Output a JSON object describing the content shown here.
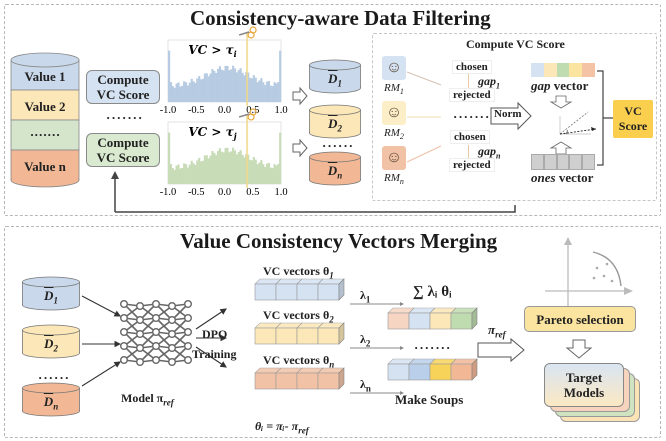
{
  "top_section": {
    "title": "Consistency-aware Data Filtering",
    "values_stack": [
      {
        "label": "Value 1",
        "color": "#c9d8ea"
      },
      {
        "label": "Value 2",
        "color": "#fbe7b7"
      },
      {
        "label": "·······",
        "color": "#d5e5cc"
      },
      {
        "label": "Value n",
        "color": "#f2b896"
      }
    ],
    "compute_boxes": [
      {
        "label_line1": "Compute",
        "label_line2": "VC Score",
        "color": "#d4e2f2"
      },
      {
        "label_line1": "Compute",
        "label_line2": "VC Score",
        "color": "#d9ead0"
      }
    ],
    "compute_dots": "·······",
    "histograms": [
      {
        "condition": "VC > τ",
        "subscript": "i",
        "color": "#b7cbe2",
        "x_ticks": [
          "-1.0",
          "-0.5",
          "0.0",
          "0.5",
          "1.0"
        ],
        "threshold": 0.4
      },
      {
        "condition": "VC > τ",
        "subscript": "j",
        "color": "#c8dcb8",
        "x_ticks": [
          "-1.0",
          "-0.5",
          "0.0",
          "0.5",
          "1.0"
        ],
        "threshold": 0.4
      }
    ],
    "filtered_datasets": [
      {
        "label": "D",
        "subscript": "1",
        "color": "#c9d8ea"
      },
      {
        "label": "D",
        "subscript": "2",
        "color": "#fbe7b7"
      },
      {
        "label": "D",
        "subscript": "n",
        "color": "#f2b896"
      }
    ],
    "filtered_dots": "······",
    "compute_vc": {
      "title": "Compute VC Score",
      "reward_models": [
        {
          "label": "RM",
          "subscript": "1",
          "color": "#d4e2f2"
        },
        {
          "label": "RM",
          "subscript": "2",
          "color": "#fcefc8"
        },
        {
          "label": "RM",
          "subscript": "n",
          "color": "#f2c2a6"
        }
      ],
      "pairs": [
        {
          "chosen": "chosen",
          "rejected": "rejected",
          "gap": "gap",
          "gap_sub": "1"
        },
        {
          "chosen": "chosen",
          "rejected": "rejected",
          "gap": "gap",
          "gap_sub": "n"
        }
      ],
      "pair_dots": "·······",
      "norm_label": "Norm",
      "gap_vector_label_italic": "gap",
      "gap_vector_label_rest": " vector",
      "gap_vector_colors": [
        "#d4e2f2",
        "#fbe7b7",
        "#bfdcb0",
        "#fbe3a0",
        "#f4c2a4"
      ],
      "ones_vector_label_italic": "ones",
      "ones_vector_label_rest": " vector",
      "ones_vector_color": "#cfcfcf",
      "vc_score_line1": "VC",
      "vc_score_line2": "Score",
      "vc_score_color": "#f9cf4d"
    }
  },
  "bottom_section": {
    "title": "Value Consistency Vectors Merging",
    "datasets": [
      {
        "label": "D",
        "subscript": "1",
        "color": "#c9d8ea"
      },
      {
        "label": "D",
        "subscript": "2",
        "color": "#fbe7b7"
      },
      {
        "label": "D",
        "subscript": "n",
        "color": "#f2b896"
      }
    ],
    "dataset_dots": "······",
    "model_label": "Model π",
    "model_sub": "ref",
    "dpo_line1": "DPO",
    "dpo_line2": "Training",
    "vc_vectors": [
      {
        "label": "VC vectors θ",
        "subscript": "1",
        "color": "#d4e2f2",
        "lambda": "λ",
        "lambda_sub": "1"
      },
      {
        "label": "VC vectors θ",
        "subscript": "2",
        "color": "#fbe7b7",
        "lambda": "λ",
        "lambda_sub": "2"
      },
      {
        "label": "VC vectors θ",
        "subscript": "n",
        "color": "#f2c2a6",
        "lambda": "λ",
        "lambda_sub": "n"
      }
    ],
    "theta_formula": "θᵢ = πᵢ- π",
    "theta_formula_sub": "ref",
    "sum_label": "∑ λᵢ θᵢ",
    "soup_top_colors": [
      "#f6d5c2",
      "#d4e2f2",
      "#fbe7b7",
      "#bfdcb0"
    ],
    "soup_dots": "·······",
    "soup_bottom_colors": [
      "#d4e2f2",
      "#b9cfea",
      "#f8d35a",
      "#f2b896"
    ],
    "make_soups": "Make Soups",
    "pi_ref": "π",
    "pi_ref_sub": "ref",
    "pareto_label": "Pareto selection",
    "pareto_color": "#fbe3a0",
    "target_line1": "Target",
    "target_line2": "Models"
  }
}
